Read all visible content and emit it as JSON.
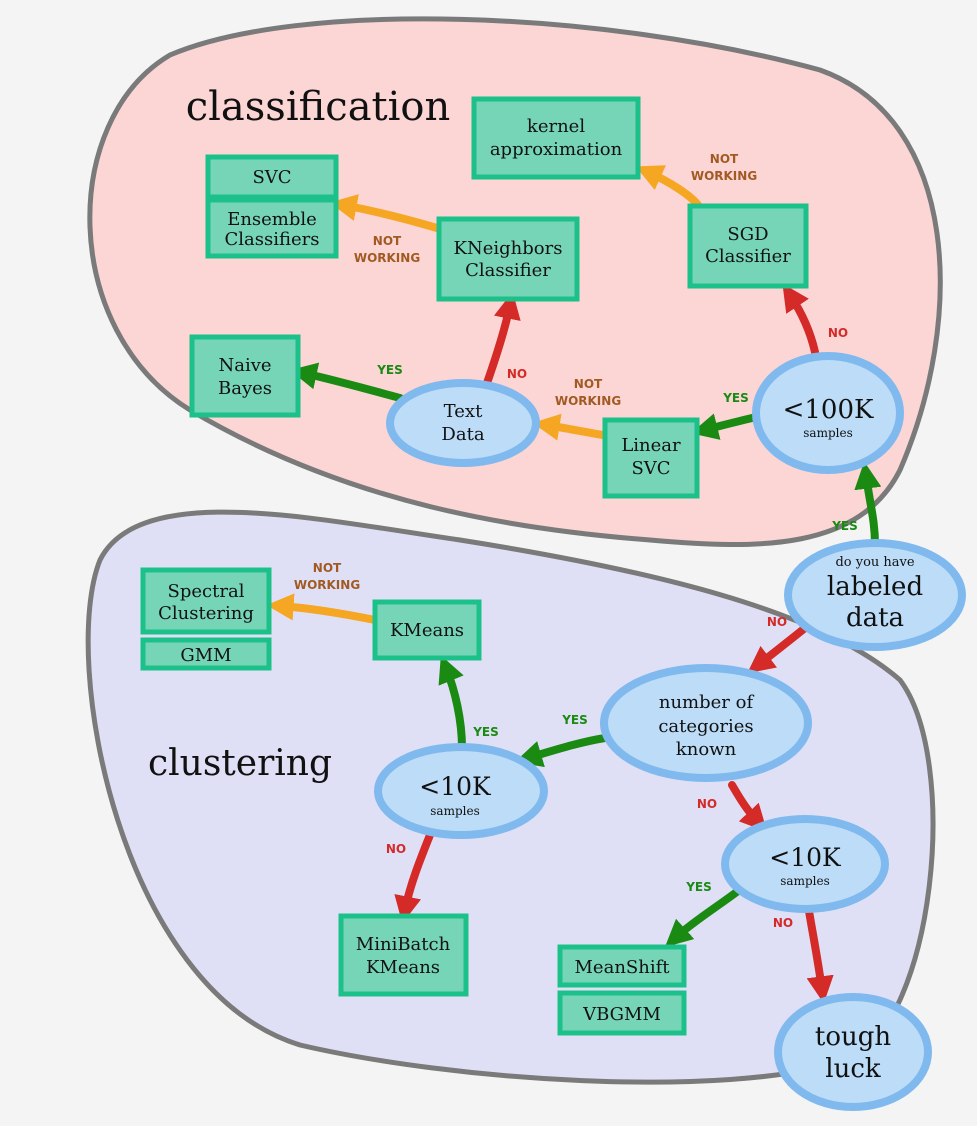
{
  "regions": {
    "classification": "classification",
    "clustering": "clustering"
  },
  "ellipses": {
    "labeled": {
      "small": "do you have",
      "line1": "labeled",
      "line2": "data"
    },
    "samples_100k": {
      "big": "<100K",
      "small": "samples"
    },
    "text_data": {
      "line1": "Text",
      "line2": "Data"
    },
    "categories": {
      "line1": "number of",
      "line2": "categories",
      "line3": "known"
    },
    "samples_10k_a": {
      "big": "<10K",
      "small": "samples"
    },
    "samples_10k_b": {
      "big": "<10K",
      "small": "samples"
    },
    "tough_luck": {
      "line1": "tough",
      "line2": "luck"
    }
  },
  "boxes": {
    "kernel": {
      "line1": "kernel",
      "line2": "approximation"
    },
    "sgd": {
      "line1": "SGD",
      "line2": "Classifier"
    },
    "svc": "SVC",
    "ensemble": {
      "line1": "Ensemble",
      "line2": "Classifiers"
    },
    "kneighbors": {
      "line1": "KNeighbors",
      "line2": "Classifier"
    },
    "naive_bayes": {
      "line1": "Naive",
      "line2": "Bayes"
    },
    "linear_svc": {
      "line1": "Linear",
      "line2": "SVC"
    },
    "spectral": {
      "line1": "Spectral",
      "line2": "Clustering"
    },
    "gmm": "GMM",
    "kmeans": "KMeans",
    "minibatch": {
      "line1": "MiniBatch",
      "line2": "KMeans"
    },
    "meanshift": "MeanShift",
    "vbgmm": "VBGMM"
  },
  "labels": {
    "yes": "YES",
    "no": "NO",
    "not": "NOT",
    "working": "WORKING"
  },
  "colors": {
    "classification_fill": "#fcd5d5",
    "clustering_fill": "#dfe0f6",
    "region_stroke": "#7a7a7a",
    "box_fill": "#76d4b7",
    "box_stroke": "#1cc089",
    "ellipse_fill": "#bcdcf7",
    "ellipse_stroke": "#7fb9ee",
    "yes_green": "#1a8a12",
    "no_red": "#d42a28",
    "notworking_orange": "#f5a623",
    "notworking_text": "#a15a22"
  }
}
